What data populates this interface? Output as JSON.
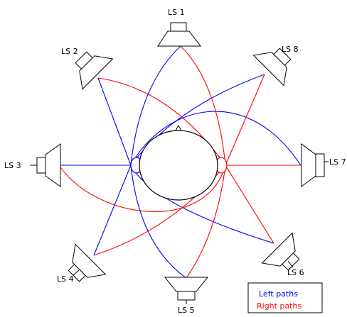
{
  "speakers": [
    {
      "id": "ls1",
      "label": "LS 1"
    },
    {
      "id": "ls2",
      "label": "LS 2"
    },
    {
      "id": "ls3",
      "label": "LS 3"
    },
    {
      "id": "ls4",
      "label": "LS 4"
    },
    {
      "id": "ls5",
      "label": "LS 5"
    },
    {
      "id": "ls6",
      "label": "LS 6"
    },
    {
      "id": "ls7",
      "label": "LS 7"
    },
    {
      "id": "ls8",
      "label": "LS 8"
    }
  ],
  "legend": {
    "left_label": "Left paths",
    "right_label": "Right paths",
    "left_color": "#0000ff",
    "right_color": "#ff0000"
  }
}
